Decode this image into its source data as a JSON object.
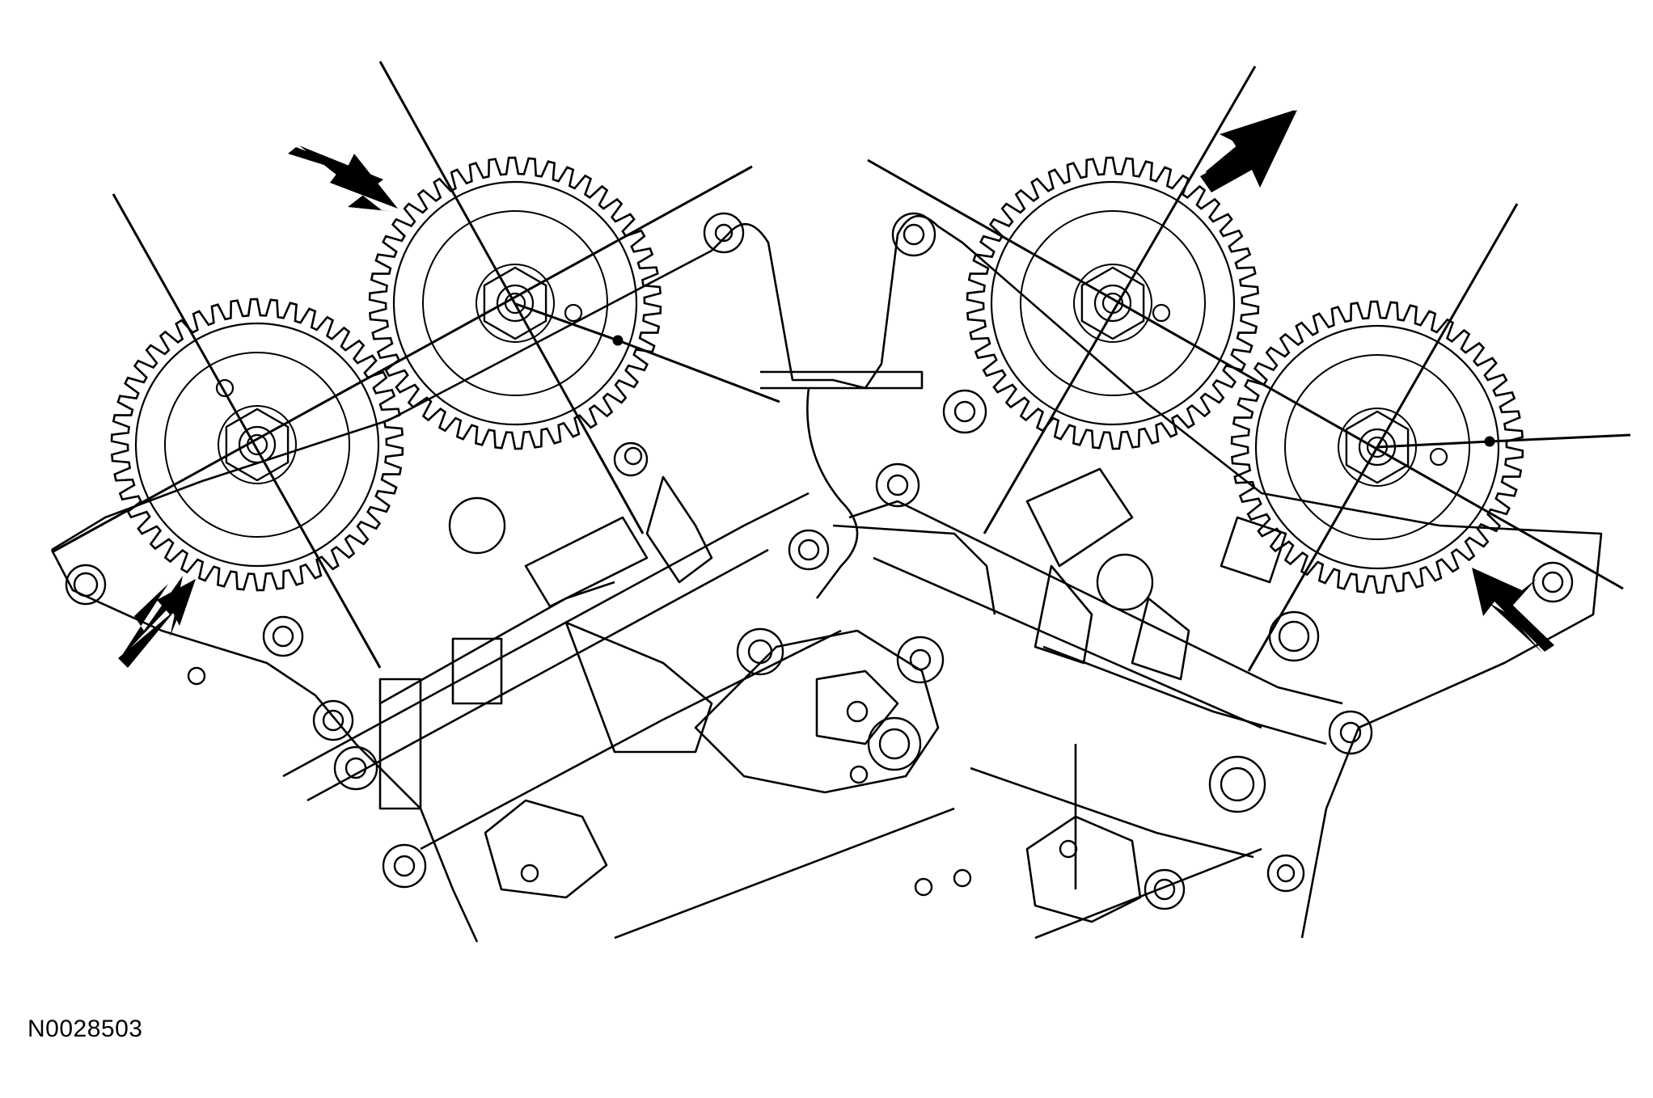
{
  "figure": {
    "reference_code": "N0028503",
    "colors": {
      "line": "#000000",
      "background": "#ffffff"
    },
    "sprockets": [
      {
        "id": "left-bank-outer",
        "teeth": 46
      },
      {
        "id": "left-bank-inner",
        "teeth": 46
      },
      {
        "id": "right-bank-inner",
        "teeth": 46
      },
      {
        "id": "right-bank-outer",
        "teeth": 46
      }
    ],
    "arrow_count": 4
  }
}
